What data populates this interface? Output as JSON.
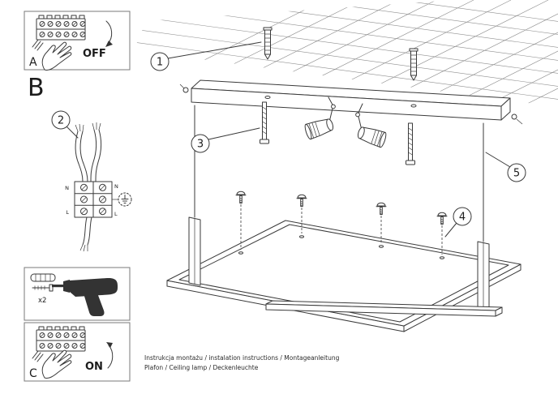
{
  "colors": {
    "ink": "#3a3a3a",
    "paper": "#ffffff"
  },
  "steps": {
    "1": "1",
    "2": "2",
    "3": "3",
    "4": "4",
    "5": "5"
  },
  "panel_a": {
    "letter": "A",
    "state_label": "OFF"
  },
  "panel_b": {
    "letter": "B"
  },
  "panel_c": {
    "letter": "C",
    "state_label": "ON"
  },
  "drill_panel": {
    "count_label": "x2"
  },
  "wiring": {
    "left_top": "N",
    "left_bottom": "L",
    "right_top": "N",
    "right_bottom": "L"
  },
  "footer": {
    "line1": "Instrukcja montażu / instalation instructions / Montageanleitung",
    "line2": "Plafon / Ceiling lamp / Deckenleuchte"
  }
}
